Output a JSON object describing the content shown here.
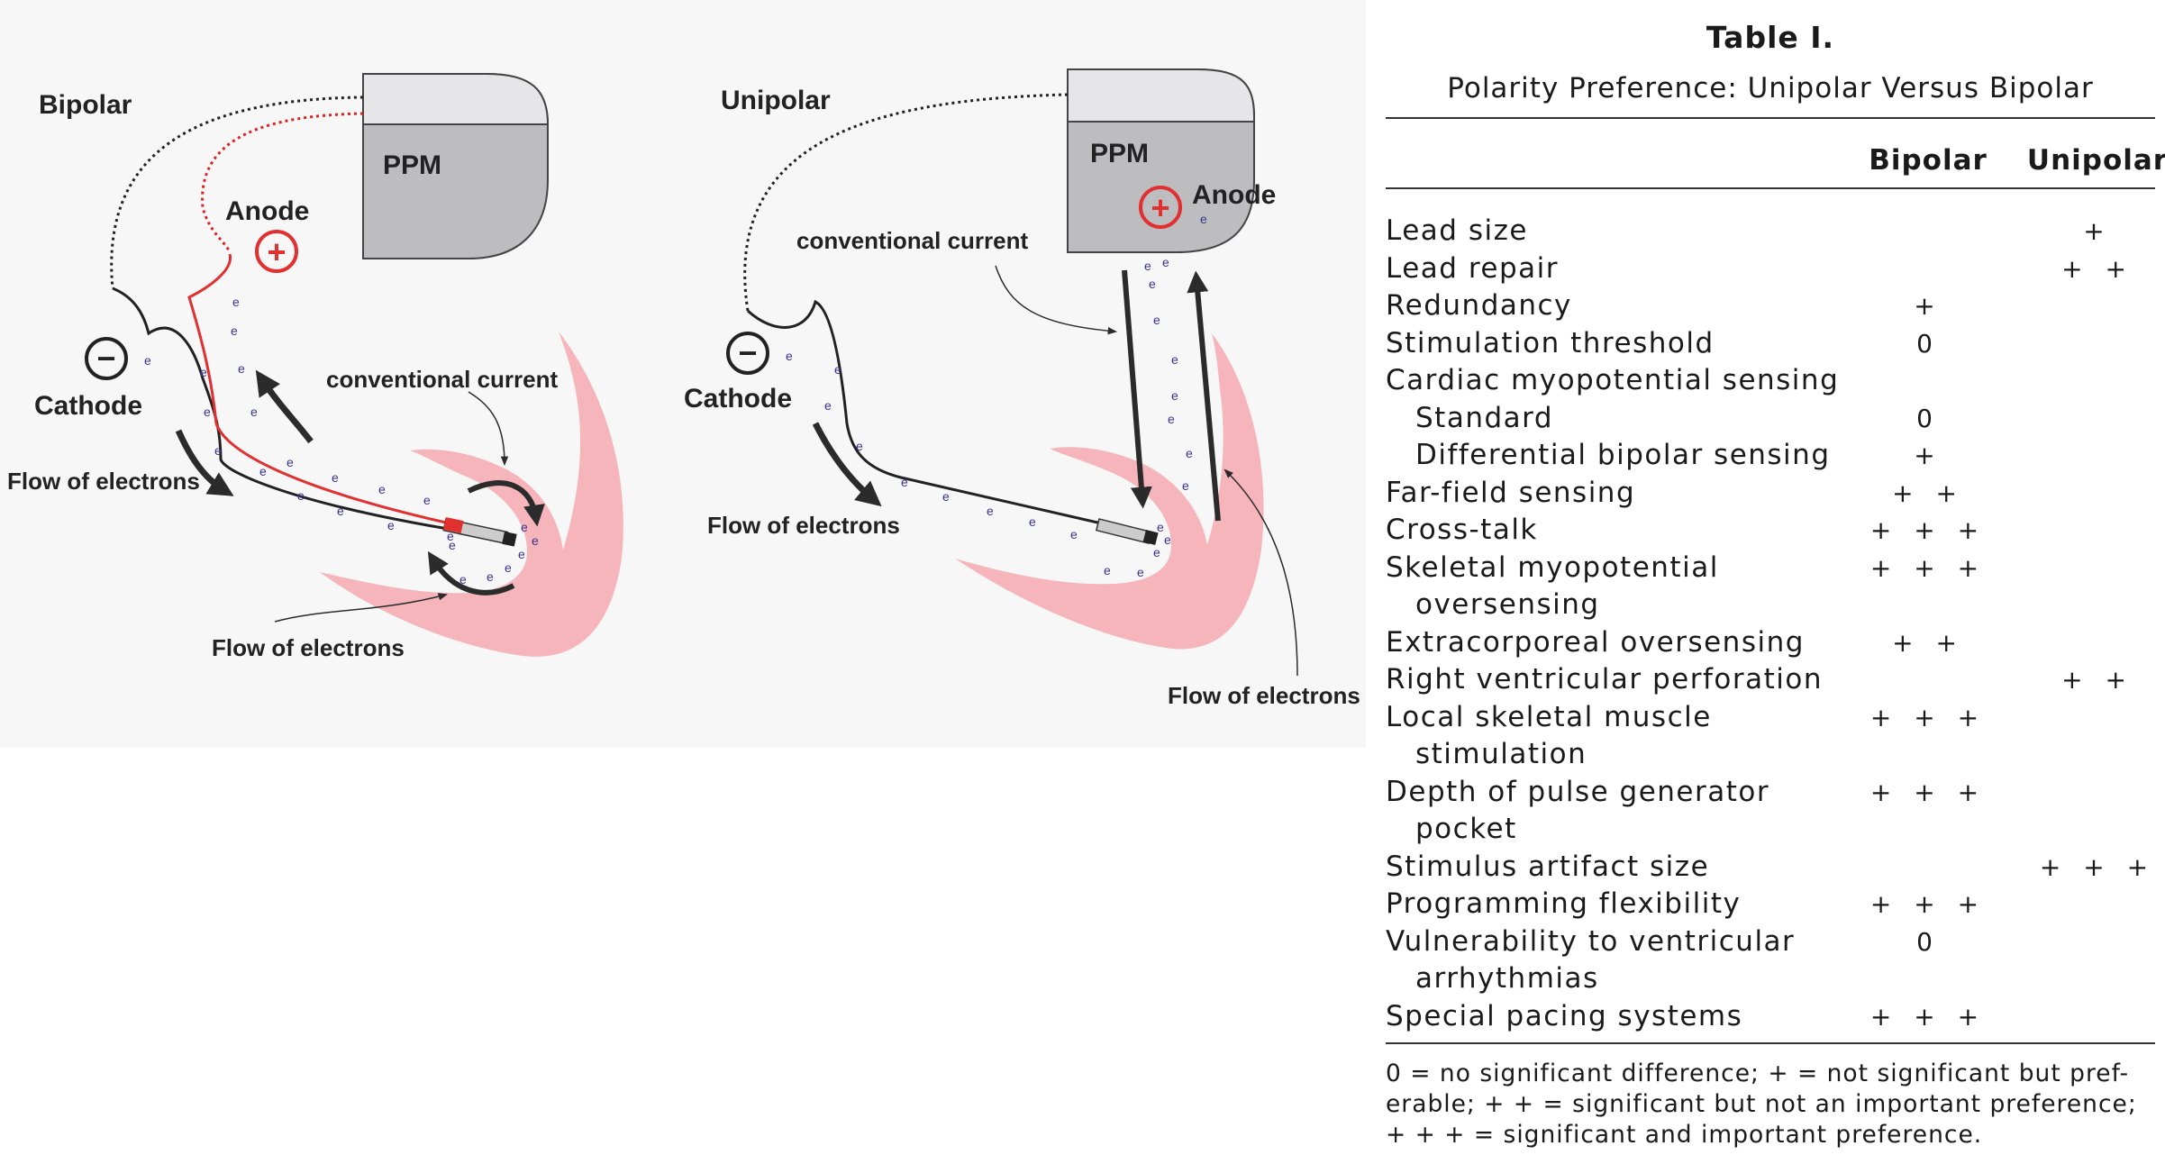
{
  "figure": {
    "bipolar_panel": {
      "title": "Bipolar",
      "device_label": "PPM",
      "anode_label": "Anode",
      "cathode_label": "Cathode",
      "conventional_current_label": "conventional current",
      "flow_label_left": "Flow of electrons",
      "flow_label_bottom": "Flow of electrons",
      "plus_symbol": "+",
      "minus_symbol": "−",
      "electron_symbol": "e"
    },
    "unipolar_panel": {
      "title": "Unipolar",
      "device_label": "PPM",
      "anode_label": "Anode",
      "cathode_label": "Cathode",
      "conventional_current_label": "conventional current",
      "flow_label_left": "Flow of electrons",
      "flow_label_right": "Flow of electrons",
      "plus_symbol": "+",
      "minus_symbol": "−",
      "electron_symbol": "e"
    },
    "colors": {
      "heart": "#f5b5bb",
      "anode_red": "#e03030",
      "electron_blue": "#3a3290",
      "device_body": "#bdbdc0",
      "device_top": "#e6e6e8",
      "arrow_dark": "#2b2b2b"
    }
  },
  "table": {
    "title": "Table I.",
    "subtitle": "Polarity Preference: Unipolar Versus Bipolar",
    "columns": [
      "Bipolar",
      "Unipolar"
    ],
    "rows": [
      {
        "label": "Lead size",
        "bipolar": "",
        "unipolar": "+",
        "indent": false
      },
      {
        "label": "Lead repair",
        "bipolar": "",
        "unipolar": "+ +",
        "indent": false
      },
      {
        "label": "Redundancy",
        "bipolar": "+",
        "unipolar": "",
        "indent": false
      },
      {
        "label": "Stimulation threshold",
        "bipolar": "0",
        "unipolar": "",
        "indent": false
      },
      {
        "label": "Cardiac myopotential sensing",
        "bipolar": "",
        "unipolar": "",
        "indent": false
      },
      {
        "label": "Standard",
        "bipolar": "0",
        "unipolar": "",
        "indent": true
      },
      {
        "label": "Differential bipolar sensing",
        "bipolar": "+",
        "unipolar": "",
        "indent": true
      },
      {
        "label": "Far-field sensing",
        "bipolar": "+ +",
        "unipolar": "",
        "indent": false
      },
      {
        "label": "Cross-talk",
        "bipolar": "+ + +",
        "unipolar": "",
        "indent": false
      },
      {
        "label": "Skeletal myopotential",
        "bipolar": "+ + +",
        "unipolar": "",
        "indent": false
      },
      {
        "label": "oversensing",
        "bipolar": "",
        "unipolar": "",
        "indent": true
      },
      {
        "label": "Extracorporeal oversensing",
        "bipolar": "+ +",
        "unipolar": "",
        "indent": false
      },
      {
        "label": "Right ventricular perforation",
        "bipolar": "",
        "unipolar": "+ +",
        "indent": false
      },
      {
        "label": "Local skeletal muscle",
        "bipolar": "+ + +",
        "unipolar": "",
        "indent": false
      },
      {
        "label": "stimulation",
        "bipolar": "",
        "unipolar": "",
        "indent": true
      },
      {
        "label": "Depth of pulse generator",
        "bipolar": "+ + +",
        "unipolar": "",
        "indent": false
      },
      {
        "label": "pocket",
        "bipolar": "",
        "unipolar": "",
        "indent": true
      },
      {
        "label": "Stimulus artifact size",
        "bipolar": "",
        "unipolar": "+ + +",
        "indent": false
      },
      {
        "label": "Programming flexibility",
        "bipolar": "+ + +",
        "unipolar": "",
        "indent": false
      },
      {
        "label": "Vulnerability to ventricular",
        "bipolar": "0",
        "unipolar": "",
        "indent": false
      },
      {
        "label": "arrhythmias",
        "bipolar": "",
        "unipolar": "",
        "indent": true
      },
      {
        "label": "Special pacing systems",
        "bipolar": "+ + +",
        "unipolar": "",
        "indent": false
      }
    ],
    "footnote_lines": [
      "0 = no significant difference; + = not significant but pref-",
      "erable; + + = significant but not an important preference;",
      "+ + + = significant and important preference."
    ]
  }
}
